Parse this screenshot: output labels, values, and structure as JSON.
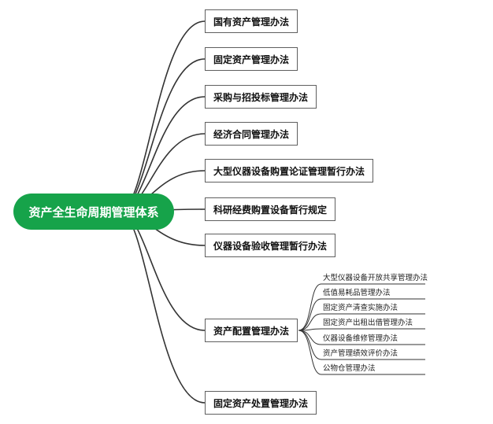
{
  "root": {
    "label": "资产全生命周期管理体系"
  },
  "branches": [
    {
      "label": "国有资产管理办法"
    },
    {
      "label": "固定资产管理办法"
    },
    {
      "label": "采购与招投标管理办法"
    },
    {
      "label": "经济合同管理办法"
    },
    {
      "label": "大型仪器设备购置论证管理暂行办法"
    },
    {
      "label": "科研经费购置设备暂行规定"
    },
    {
      "label": "仪器设备验收管理暂行办法"
    },
    {
      "label": "资产配置管理办法",
      "children": [
        "大型仪器设备开放共享管理办法",
        "低值易耗品管理办法",
        "固定资产清查实施办法",
        "固定资产出租出借管理办法",
        "仪器设备维修管理办法",
        "资产管理绩效评价办法",
        "公物仓管理办法"
      ]
    },
    {
      "label": "固定资产处置管理办法"
    }
  ],
  "colors": {
    "root_fill": "#16a34a",
    "line": "#333333",
    "box_border": "#5f5f5f"
  }
}
